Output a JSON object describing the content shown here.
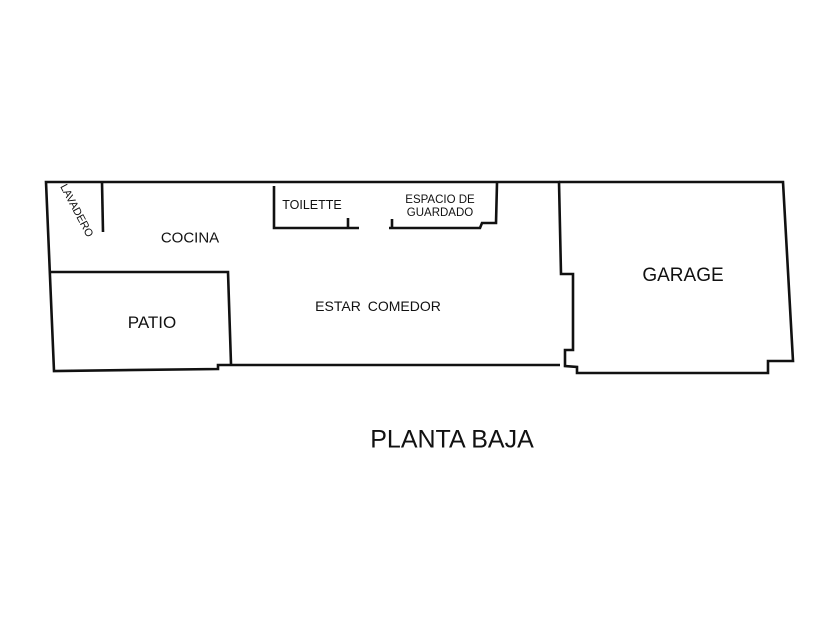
{
  "rooms": {
    "lavadero": "LAVADERO",
    "cocina": "COCINA",
    "patio": "PATIO",
    "toilette": "TOILETTE",
    "espacio_line1": "ESPACIO DE",
    "espacio_line2": "GUARDADO",
    "estar_comedor": "ESTAR COMEDOR",
    "garage": "GARAGE"
  },
  "title": "PLANTA BAJA",
  "colors": {
    "line": "#111111",
    "background": "#ffffff"
  }
}
